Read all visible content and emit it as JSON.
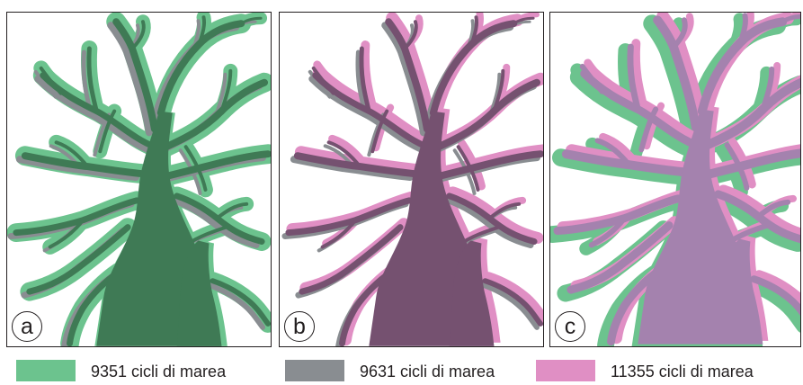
{
  "colors": {
    "green": "#6cc38e",
    "gray": "#898d91",
    "pink": "#e08fc4",
    "dark_green": "#3f7a55",
    "dark_purple": "#755170",
    "overlap_purple": "#a482ae"
  },
  "panels": [
    {
      "letter": "a"
    },
    {
      "letter": "b"
    },
    {
      "letter": "c"
    }
  ],
  "legend": [
    {
      "label": "9351 cicli di marea",
      "color": "#6cc38e"
    },
    {
      "label": "9631 cicli di marea",
      "color": "#898d91"
    },
    {
      "label": "11355 cicli di marea",
      "color": "#e08fc4"
    }
  ]
}
